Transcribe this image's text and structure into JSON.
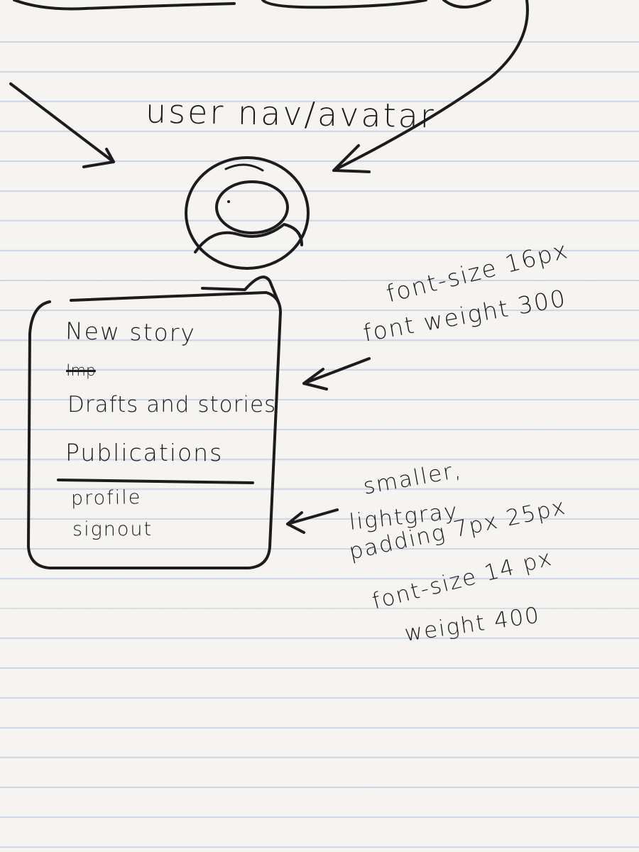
{
  "sketch": {
    "title": "user nav/avatar",
    "avatar_icon": "avatar-circle-icon",
    "menu": {
      "items": [
        "New story",
        "Drafts and stories",
        "Publications"
      ],
      "crossed_out": "Imp",
      "secondary_items": [
        "profile",
        "signout"
      ]
    },
    "notes": {
      "primary": [
        "font-size 16px",
        "font weight 300"
      ],
      "secondary": [
        "smaller,",
        "lightgray",
        "padding 7px 25px",
        "font-size 14 px",
        "weight 400"
      ]
    }
  }
}
